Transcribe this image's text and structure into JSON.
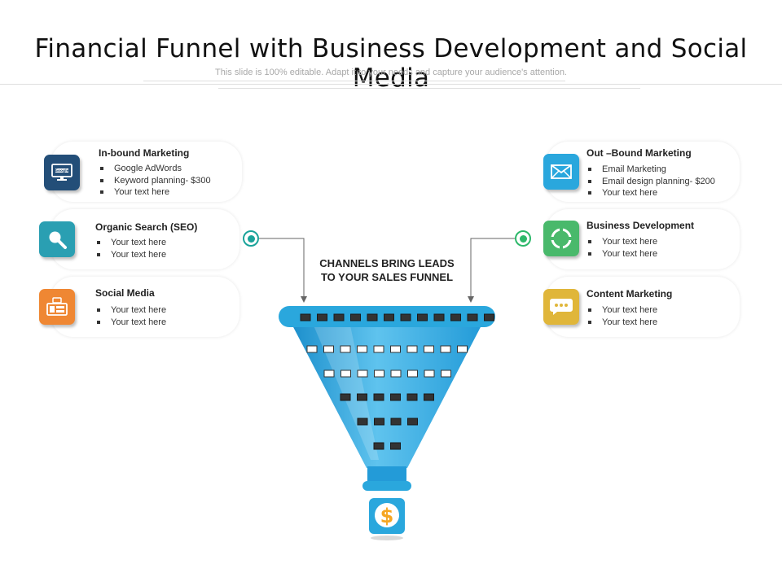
{
  "slide": {
    "title": "Financial Funnel with Business Development and Social Media",
    "subtitle": "This slide is 100% editable. Adapt it to your needs and capture your audience's attention."
  },
  "funnel": {
    "caption_line1": "CHANNELS BRING LEADS",
    "caption_line2": "TO YOUR SALES FUNNEL",
    "output_icon": "dollar-coin-icon",
    "colors": {
      "body": "#2aa7dd",
      "rim": "#1f8fc9",
      "coin": "#f5a623"
    }
  },
  "left_channels": [
    {
      "title": "In-bound Marketing",
      "icon": "monitor-google-icon",
      "color": "#234e78",
      "items": [
        "Google AdWords",
        "Keyword planning- $300",
        "Your text here"
      ]
    },
    {
      "title": "Organic Search (SEO)",
      "icon": "magnifier-icon",
      "color": "#2a9fb2",
      "items": [
        "Your text here",
        "Your text here"
      ]
    },
    {
      "title": "Social Media",
      "icon": "social-media-icon",
      "color": "#ef8733",
      "items": [
        "Your text here",
        "Your text here"
      ]
    }
  ],
  "right_channels": [
    {
      "title": "Out –Bound Marketing",
      "icon": "envelope-icon",
      "color": "#2aa7dd",
      "items": [
        "Email Marketing",
        "Email design planning- $200",
        "Your text here"
      ]
    },
    {
      "title": "Business Development",
      "icon": "cycle-arrows-icon",
      "color": "#49b96b",
      "items": [
        "Your text here",
        "Your text here"
      ]
    },
    {
      "title": "Content Marketing",
      "icon": "chat-bubble-icon",
      "color": "#e0b63a",
      "items": [
        "Your text here",
        "Your text here"
      ]
    }
  ]
}
